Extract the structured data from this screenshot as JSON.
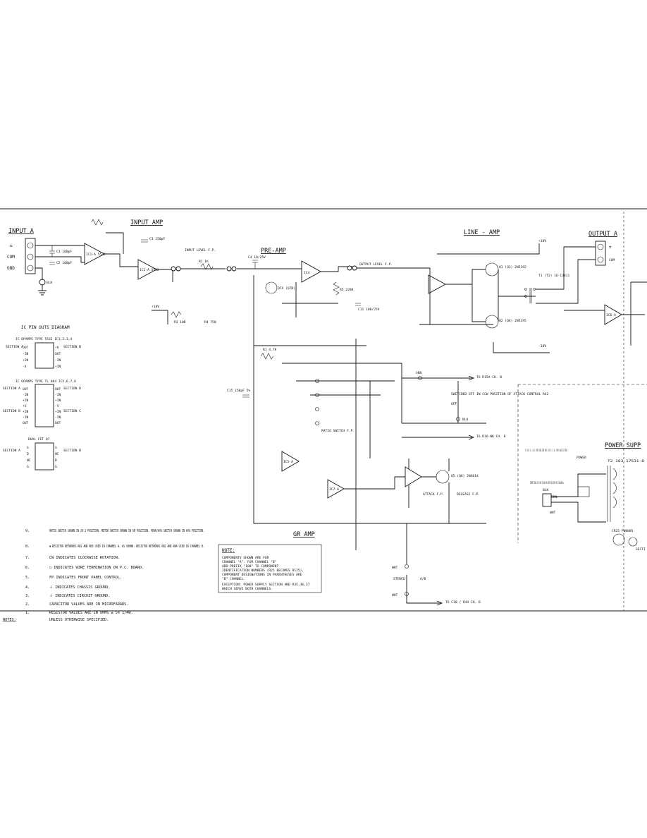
{
  "sections": {
    "input_a": "INPUT A",
    "input_amp": "INPUT AMP",
    "pre_amp": "PRE-AMP",
    "line_amp": "LINE - AMP",
    "output_a": "OUTPUT A",
    "power_supply": "POWER SUPP",
    "gr_amp": "GR AMP",
    "ic_pinouts": "IC PIN OUTS DIAGRAM"
  },
  "labels": {
    "input_level": "INPUT LEVEL F.P.",
    "output_level": "OUTPUT LEVEL F.P.",
    "switched_off": "SWITCHED OFF IN CCW POSITION OF ATTACK CONTROL R42",
    "to_r15a": "TO R15A CH. B",
    "to_r16": "TO R16-NK CH. B",
    "to_c10": "TO C10 / R44 CH. B",
    "stereo": "STEREO",
    "ab": "A/B",
    "wht": "WHT",
    "blu": "BLU",
    "grn": "GRN",
    "off": "OFF",
    "power": "POWER",
    "plus18v": "+18V",
    "minus18v": "-18V",
    "com": "COM",
    "gnd": "GND",
    "conn_pm": "±",
    "pm": "±",
    "blk": "BLK",
    "attack_ctrl": "ATTACK F.P.",
    "release_ctrl": "RELEASE F.P.",
    "ratio": "RATIO SWITCH F.P.",
    "input_power": "INPUT 100-125 VAC 50/60 Hz OR 200-250 VAC 50/60 Hz",
    "t1": "T1 (T2) 16-13411",
    "t2": "T2 163-17531-0",
    "fuse": "F1 1/8 A. S.B. FOR 200-250 VAC 1/4 A. S.B. FOR 100-125 VAC",
    "cr15": "CR15 FW8005",
    "sect": "SECTI"
  },
  "components": {
    "ic1a": "IC1-A 5532",
    "ic2a": "IC2-A 5532",
    "ic4": "IC4",
    "ic5a": "IC5-A",
    "ic6a": "IC6-A",
    "ic7": "IC7-A",
    "q7a": "Q7A (Q7B)",
    "q1": "Q1 (Q3) 2N5192",
    "q2": "Q2 (Q4) 2N5195",
    "q5": "Q5 (Q6) 2N4014",
    "r1": "R1 4.7K",
    "r2": "R2 1K",
    "r3": "R3 10K",
    "r4": "R4 750",
    "r5": "R5 220K",
    "c1": "C1 100pF",
    "c2": "C2 100pF",
    "c3": "C3 150pF",
    "c4": "C4 10/25V",
    "c11": "C11 100/25V",
    "c15": "C15 150pF 5%"
  },
  "ic_pinouts": {
    "type1": "IC OPAMPS TYPE 5532 IC1,2,3,4",
    "type2": "IC OPAMPS TYPE TL 084 IC5,6,7,8",
    "dual_fet": "DUAL FET Q7",
    "section_a": "SECTION A",
    "section_b": "SECTION B",
    "section_c": "SECTION C",
    "section_d": "SECTION D",
    "pins_5532_left": [
      "OUT",
      "-IN",
      "+IN",
      "-V"
    ],
    "pins_5532_right": [
      "+V",
      "OUT",
      "-IN",
      "+IN"
    ],
    "pins_tl084_left": [
      "OUT",
      "-IN",
      "+IN",
      "+V",
      "+IN",
      "-IN",
      "OUT"
    ],
    "pins_tl084_right": [
      "OUT",
      "-IN",
      "+IN",
      "-V",
      "+IN",
      "-IN",
      "OUT"
    ],
    "pins_fet_left": [
      "S",
      "D",
      "NC",
      "G"
    ],
    "pins_fet_right": [
      "S",
      "NC",
      "D",
      "G"
    ]
  },
  "note_box": {
    "title": "NOTE:",
    "lines": [
      "COMPONENTS SHOWN ARE FOR",
      "CHANNEL \"A\". FOR CHANNEL \"B\"",
      "ADD PREFIX \"100\" TO COMPONENT",
      "IDENTIFICATION NUMBERS (R25 BECOMES R125),",
      "COMPONENT DESIGNATIONS IN PARENTHESES ARE",
      "\"B\" CHANNEL.",
      "",
      "EXCEPTION: POWER SUPPLY SECTION AND R35,36,37",
      "WHICH SERVE BOTH CHANNELS."
    ]
  },
  "notes": [
    {
      "num": "9.",
      "text": "RATIO SWITCH SHOWN IN 20:1 POSITION. METER SWITCH SHOWN IN GR POSITION. PEAK/AVG SWITCH SHOWN IN AVG POSITION."
    },
    {
      "num": "8.",
      "text": "✱ RESISTOR NETWORKS RN1 AND RN3 USED IN CHANNEL A, AS SHOWN. RESISTOR NETWORKS RN2 AND RN4 USED IN CHANNEL B."
    },
    {
      "num": "7.",
      "text": "CW INDICATES CLOCKWISE ROTATION."
    },
    {
      "num": "6.",
      "text": "◯ INDICATES WIRE TERMINATION ON P.C. BOARD."
    },
    {
      "num": "5.",
      "text": "FP INDICATES FRONT PANEL CONTROL."
    },
    {
      "num": "4.",
      "text": "⏚ INDICATES CHASSIS GROUND."
    },
    {
      "num": "3.",
      "text": "⏚ INDICATES CIRCUIT GROUND."
    },
    {
      "num": "2.",
      "text": "CAPACITOR VALUES ARE IN MICROFARADS."
    },
    {
      "num": "1.",
      "text": "RESISTOR VALUES ARE IN OHMS ± 5% 1/4W."
    }
  ],
  "notes_heading": "NOTES:",
  "notes_suffix": "UNLESS OTHERWISE SPECIFIED."
}
